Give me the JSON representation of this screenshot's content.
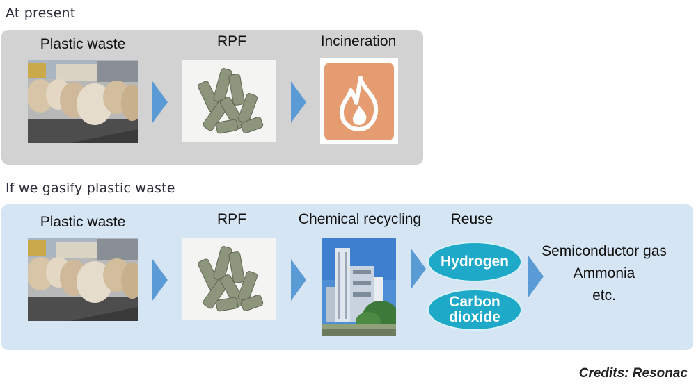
{
  "sections": {
    "current": {
      "title": "At present",
      "steps": [
        "Plastic waste",
        "RPF",
        "Incineration"
      ]
    },
    "gasify": {
      "title": "If we gasify plastic waste",
      "steps": [
        "Plastic waste",
        "RPF",
        "Chemical recycling",
        "Reuse"
      ],
      "products": [
        "Hydrogen",
        "Carbon dioxide"
      ],
      "uses": [
        "Semiconductor gas",
        "Ammonia",
        "etc."
      ]
    }
  },
  "credit": "Credits: Resonac",
  "colors": {
    "panel_current": "#d2d2d2",
    "panel_gasify": "#d6e5f3",
    "arrow": "#5b9bd5",
    "oval": "#1ea9c9",
    "fire_tile": "#e59c70"
  },
  "icons": [
    "fire-icon"
  ]
}
